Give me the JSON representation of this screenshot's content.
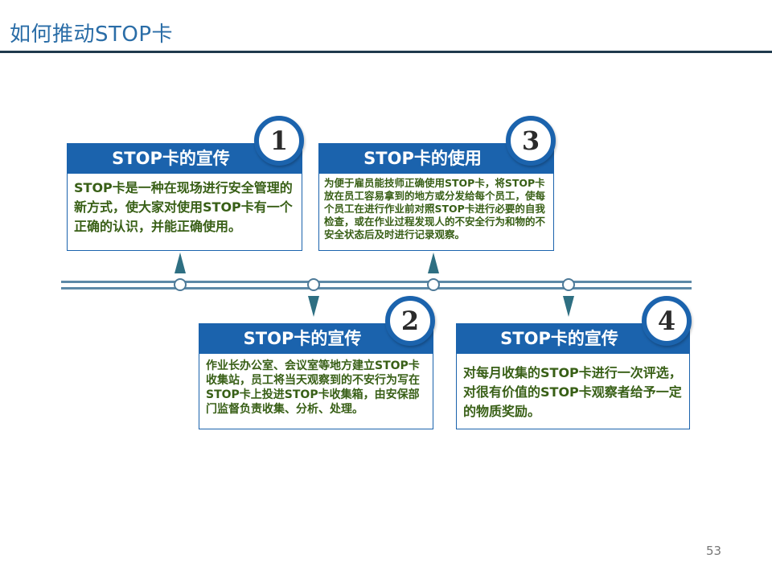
{
  "slide": {
    "title": "如何推动STOP卡",
    "page_number": "53"
  },
  "cards": [
    {
      "number": "1",
      "heading": "STOP卡的宣传",
      "body": "STOP卡是一种在现场进行安全管理的新方式，使大家对使用STOP卡有一个正确的认识，并能正确使用。"
    },
    {
      "number": "2",
      "heading": "STOP卡的宣传",
      "body": "作业长办公室、会议室等地方建立STOP卡收集站，员工将当天观察到的不安行为写在STOP卡上投进STOP卡收集箱，由安保部门监督负责收集、分析、处理。"
    },
    {
      "number": "3",
      "heading": "STOP卡的使用",
      "body": "为便于雇员能技师正确使用STOP卡，将STOP卡放在员工容易拿到的地方或分发给每个员工，使每个员工在进行作业前对照STOP卡进行必要的自我检查，或在作业过程发现人的不安全行为和物的不安全状态后及时进行记录观察。"
    },
    {
      "number": "4",
      "heading": "STOP卡的宣传",
      "body": "对每月收集的STOP卡进行一次评选，对很有价值的STOP卡观察者给予一定的物质奖励。"
    }
  ]
}
